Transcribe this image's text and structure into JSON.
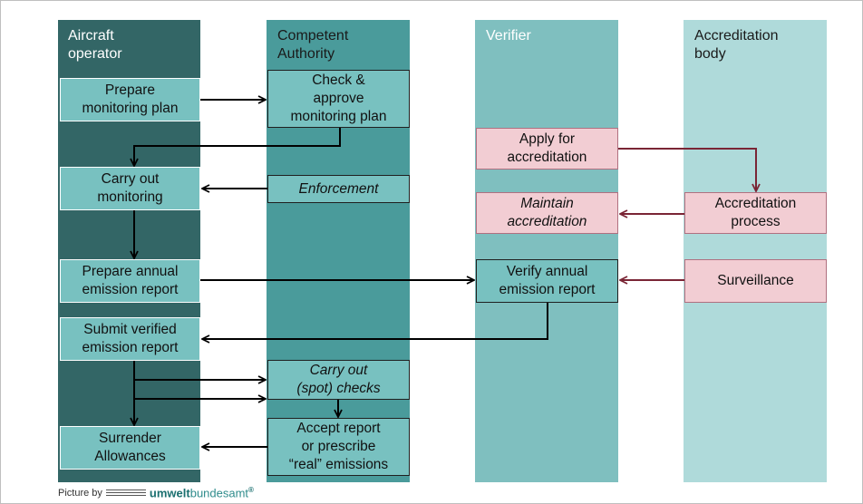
{
  "lanes": {
    "aircraft_operator": "Aircraft\noperator",
    "competent_authority": "Competent\nAuthority",
    "verifier": "Verifier",
    "accreditation_body": "Accreditation\nbody"
  },
  "boxes": {
    "prepare_monitoring_plan": "Prepare\nmonitoring plan",
    "check_approve_plan": "Check &\napprove\nmonitoring plan",
    "apply_accreditation": "Apply for\naccreditation",
    "carry_out_monitoring": "Carry out\nmonitoring",
    "enforcement": "Enforcement",
    "maintain_accreditation": "Maintain\naccreditation",
    "accreditation_process": "Accreditation\nprocess",
    "prepare_annual_report": "Prepare annual\nemission report",
    "verify_annual_report": "Verify annual\nemission report",
    "surveillance": "Surveillance",
    "submit_verified_report": "Submit verified\nemission report",
    "carry_out_spot_checks": "Carry out\n(spot) checks",
    "surrender_allowances": "Surrender\nAllowances",
    "accept_report": "Accept report\nor prescribe\n“real” emissions"
  },
  "credit": {
    "prefix": "Picture by",
    "logo_a": "umwelt",
    "logo_b": "bundesamt",
    "logo_mark": "®"
  },
  "colors": {
    "lane_operator": "#336666",
    "lane_authority": "#4a9b9b",
    "lane_verifier": "#7fbfbf",
    "lane_accreditation": "#afdada",
    "box_teal": "#78c1c0",
    "box_pink": "#f2cdd3",
    "arrow_black": "#000000",
    "arrow_maroon": "#7a2535"
  }
}
